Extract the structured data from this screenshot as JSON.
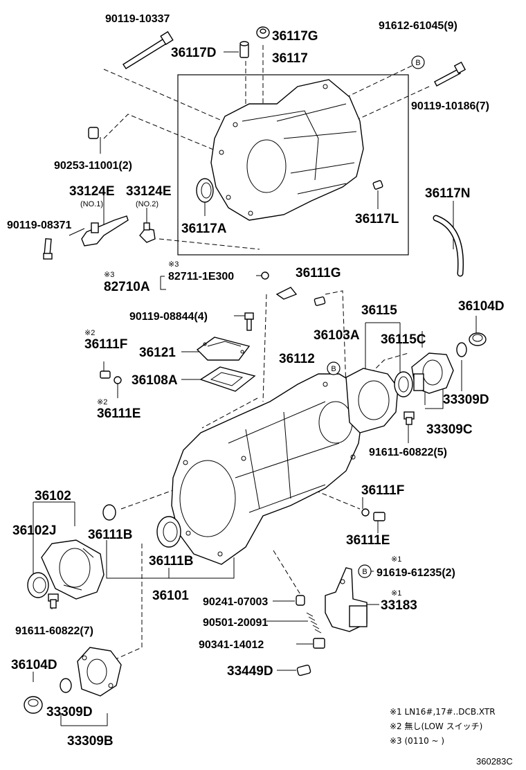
{
  "labels": {
    "p90119_10337": "90119-10337",
    "p36117G": "36117G",
    "p91612_61045": "91612-61045(9)",
    "p36117D": "36117D",
    "p36117": "36117",
    "p90119_10186": "90119-10186(7)",
    "p90253_11001": "90253-11001(2)",
    "p36117N": "36117N",
    "p33124E_1": "33124E",
    "p33124E_1_sub": "(NO.1)",
    "p33124E_2": "33124E",
    "p33124E_2_sub": "(NO.2)",
    "p90119_08371": "90119-08371",
    "p36117A": "36117A",
    "p36117L": "36117L",
    "p82710A_mark": "※3",
    "p82710A": "82710A",
    "p82711_mark": "※3",
    "p82711": "82711-1E300",
    "p36111G": "36111G",
    "p90119_08844": "90119-08844(4)",
    "p36115": "36115",
    "p36104D_top": "36104D",
    "p36111F_mark": "※2",
    "p36111F_left": "36111F",
    "p36121": "36121",
    "p36103A": "36103A",
    "p36115C": "36115C",
    "p36112": "36112",
    "p36108A": "36108A",
    "p36111E_mark": "※2",
    "p36111E_left": "36111E",
    "p33309D_right": "33309D",
    "p33309C": "33309C",
    "p91611_60822_5": "91611-60822(5)",
    "p36102": "36102",
    "p36102J": "36102J",
    "p36111F_right": "36111F",
    "p36111B_a": "36111B",
    "p36111E_right": "36111E",
    "p36111B_b": "36111B",
    "p91619_mark": "※1",
    "p91619": "91619-61235(2)",
    "p33183_mark": "※1",
    "p33183": "33183",
    "p36101": "36101",
    "p90241": "90241-07003",
    "p91611_60822_7": "91611-60822(7)",
    "p90501": "90501-20091",
    "p90341": "90341-14012",
    "p36104D_bottom": "36104D",
    "p33449D": "33449D",
    "p33309D_bottom": "33309D",
    "p33309B": "33309B"
  },
  "markers": {
    "b": "B"
  },
  "notes": {
    "n1": "※1 LN16#,17#..DCB.XTR",
    "n2": "※2 無し(LOW スイッチ)",
    "n3": "※3 (0110 ~        )"
  },
  "diagram_code": "360283C"
}
